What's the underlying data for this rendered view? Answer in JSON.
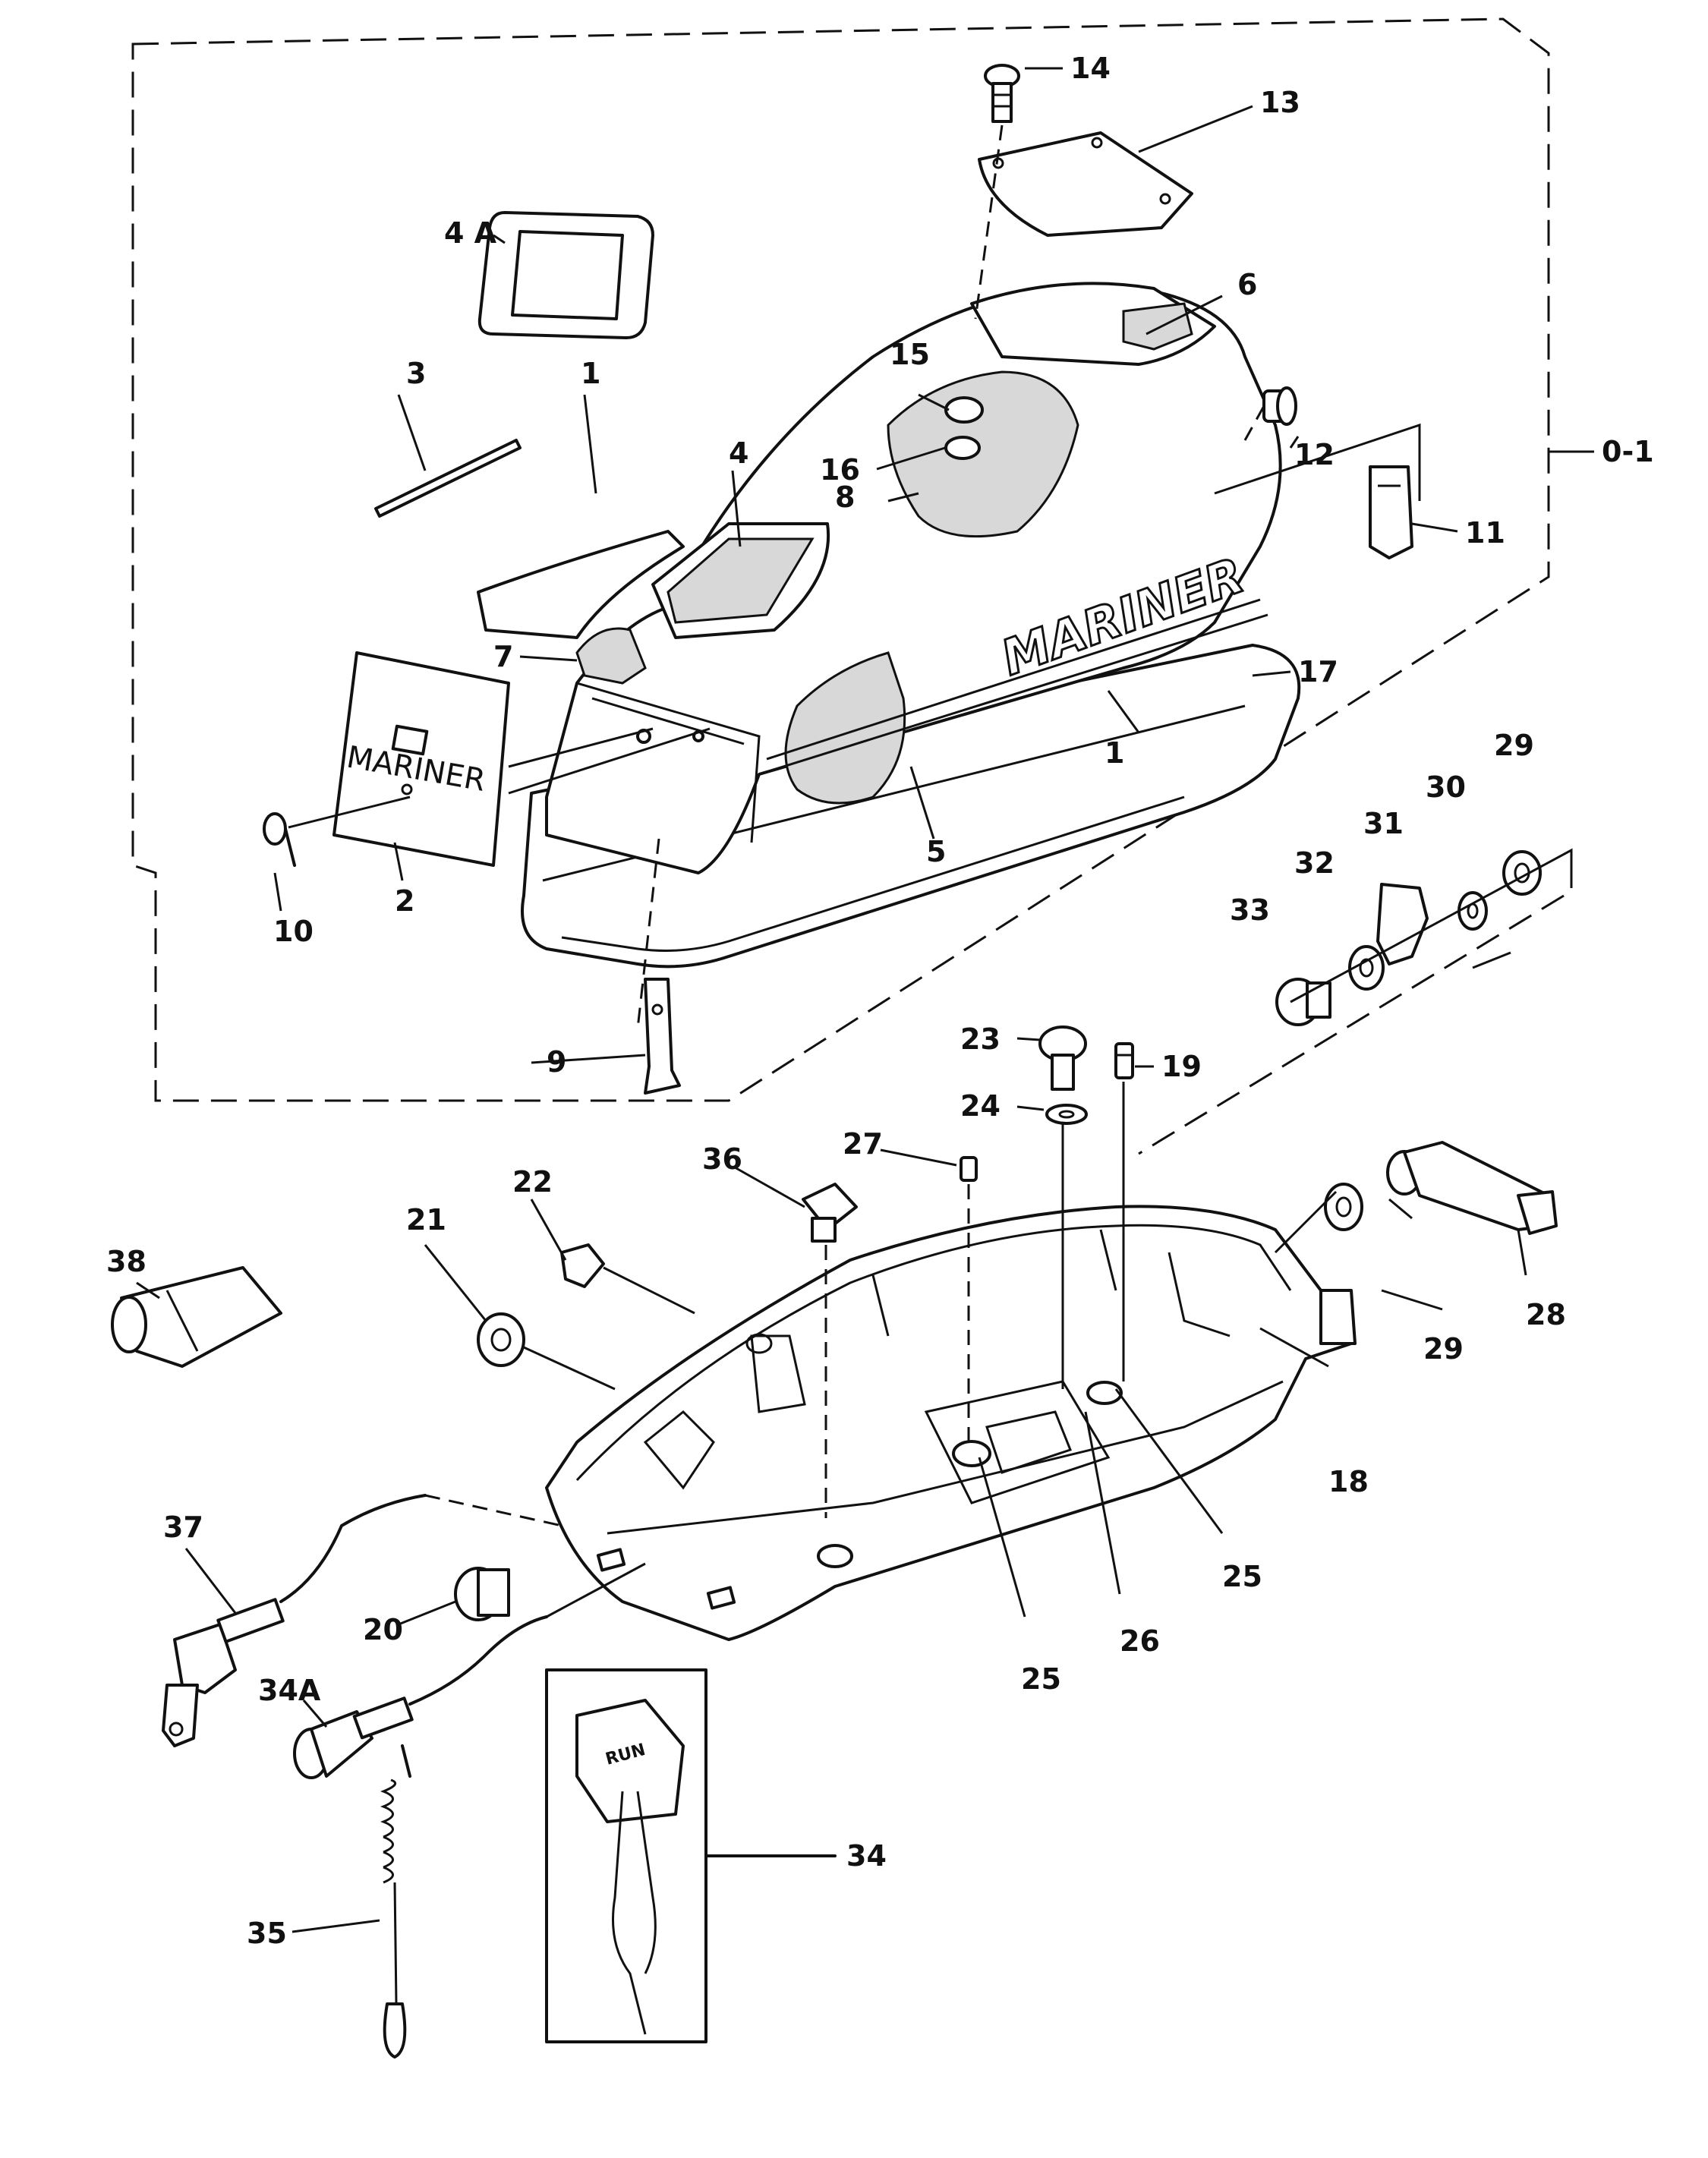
{
  "brand_text": "MARINER",
  "switch_label": "RUN",
  "assembly_callout": "0-1",
  "callouts": {
    "c1a": "1",
    "c1b": "1",
    "c2": "2",
    "c3": "3",
    "c4": "4",
    "c4a": "4 A",
    "c5": "5",
    "c6": "6",
    "c7": "7",
    "c8": "8",
    "c9": "9",
    "c10": "10",
    "c11": "11",
    "c12": "12",
    "c13": "13",
    "c14": "14",
    "c15": "15",
    "c16": "16",
    "c17": "17",
    "c18": "18",
    "c19": "19",
    "c20": "20",
    "c21": "21",
    "c22": "22",
    "c23": "23",
    "c24": "24",
    "c25a": "25",
    "c25b": "25",
    "c26": "26",
    "c27": "27",
    "c28": "28",
    "c29a": "29",
    "c29b": "29",
    "c30": "30",
    "c31": "31",
    "c32": "32",
    "c33": "33",
    "c34": "34",
    "c34a": "34A",
    "c35": "35",
    "c36": "36",
    "c37": "37",
    "c38": "38"
  }
}
